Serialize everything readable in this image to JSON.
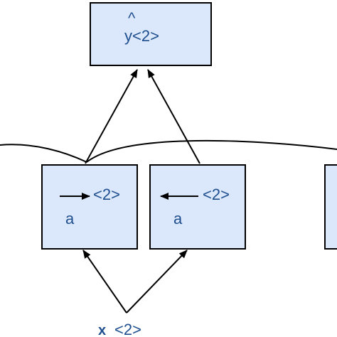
{
  "diagram": {
    "output_node": {
      "hat": "^",
      "label": "y<2>"
    },
    "forward_node": {
      "step": "<2>",
      "activation": "a"
    },
    "backward_node": {
      "step": "<2>",
      "activation": "a"
    },
    "input_node": {
      "symbol": "x",
      "step": "<2>"
    },
    "colors": {
      "box_fill": "#dbe8fb",
      "text": "#1f4f8f",
      "lines": "#000000"
    }
  }
}
